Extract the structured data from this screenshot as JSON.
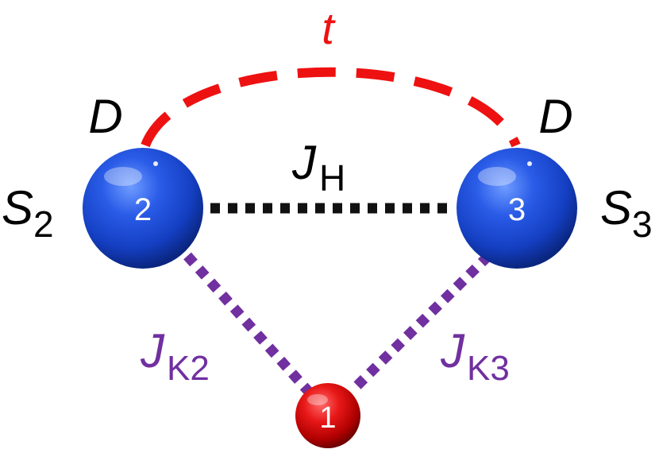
{
  "hopping": {
    "symbol": "t",
    "color": "#ee1111"
  },
  "anisotropy": {
    "left": "D",
    "right": "D"
  },
  "heisenberg": {
    "base": "J",
    "sub": "H"
  },
  "kondo_left": {
    "base": "J",
    "sub": "K2",
    "color": "#7030a0"
  },
  "kondo_right": {
    "base": "J",
    "sub": "K3",
    "color": "#7030a0"
  },
  "spin_left": {
    "base": "S",
    "sub": "2"
  },
  "spin_right": {
    "base": "S",
    "sub": "3"
  },
  "sites": [
    {
      "label": "2",
      "kind": "spin",
      "color": "#1f4fe0"
    },
    {
      "label": "3",
      "kind": "spin",
      "color": "#1f4fe0"
    },
    {
      "label": "1",
      "kind": "electron",
      "color": "#e01010"
    }
  ]
}
